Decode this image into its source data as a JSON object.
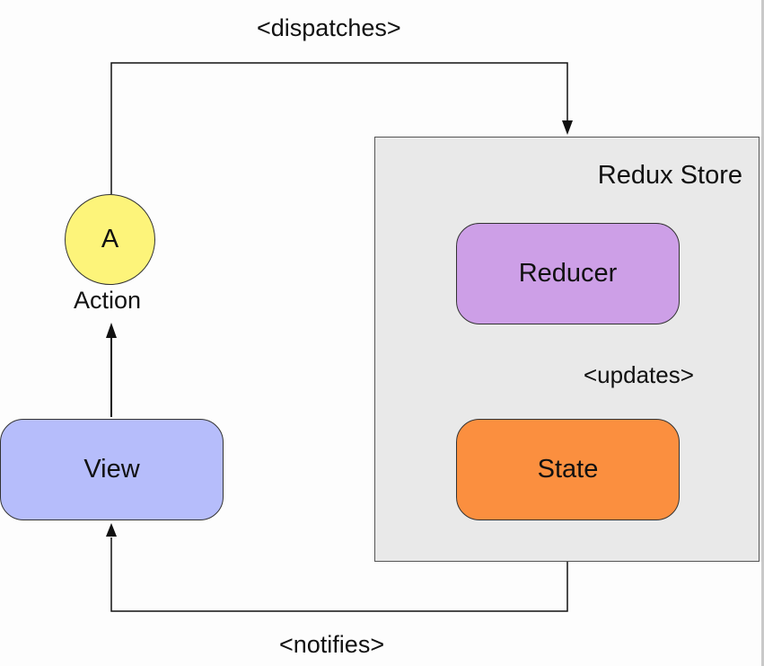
{
  "diagram": {
    "edges": {
      "dispatches": "<dispatches>",
      "updates": "<updates>",
      "notifies": "<notifies>"
    },
    "store": {
      "title": "Redux Store",
      "color": "#e9e9e9"
    },
    "nodes": {
      "action": {
        "letter": "A",
        "label": "Action",
        "color": "#fdf47a"
      },
      "view": {
        "label": "View",
        "color": "#b6bdfb"
      },
      "reducer": {
        "label": "Reducer",
        "color": "#cd9fe7"
      },
      "state": {
        "label": "State",
        "color": "#fb8f3f"
      }
    }
  }
}
